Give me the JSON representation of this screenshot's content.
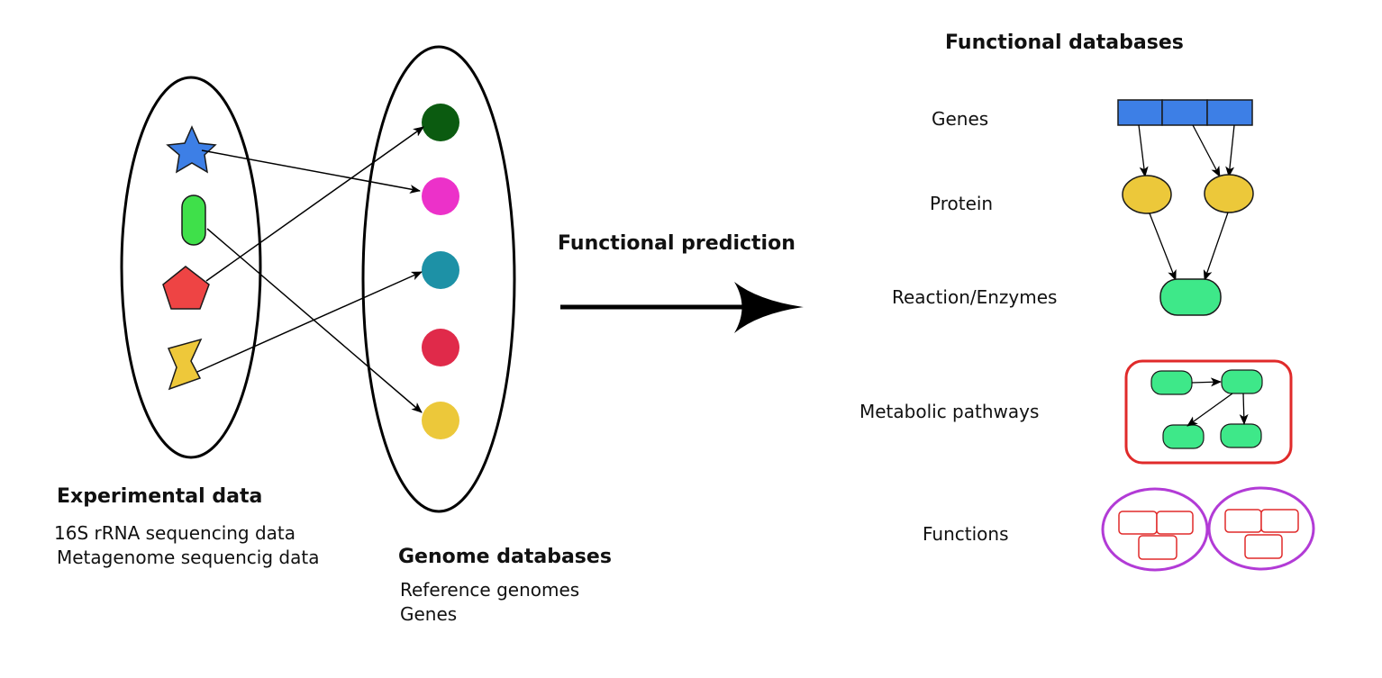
{
  "experimental": {
    "title": "Experimental data",
    "lines": [
      "16S rRNA sequencing data",
      "Metagenome sequencig data"
    ]
  },
  "genome": {
    "title": "Genome databases",
    "lines": [
      "Reference genomes",
      "Genes"
    ]
  },
  "prediction": {
    "label": "Functional prediction"
  },
  "functional": {
    "title": "Functional databases",
    "levels": [
      "Genes",
      "Protein",
      "Reaction/Enzymes",
      "Metabolic pathways",
      "Functions"
    ]
  },
  "colors": {
    "star": "#3d7fe6",
    "capsule": "#3fe04a",
    "pentagon": "#ee4444",
    "zigzag": "#eec83a",
    "circle_dark_green": "#0b5b10",
    "circle_magenta": "#ec31c9",
    "circle_teal": "#1d91a6",
    "circle_red": "#e02a4a",
    "circle_yellow": "#ecc83a",
    "gene_blocks": "#3d7fe6",
    "protein": "#ecc83a",
    "enzyme": "#3ee889",
    "pathway_border": "#e02a2a",
    "function_border": "#b23bd6",
    "function_boxes": "#e02a2a"
  }
}
